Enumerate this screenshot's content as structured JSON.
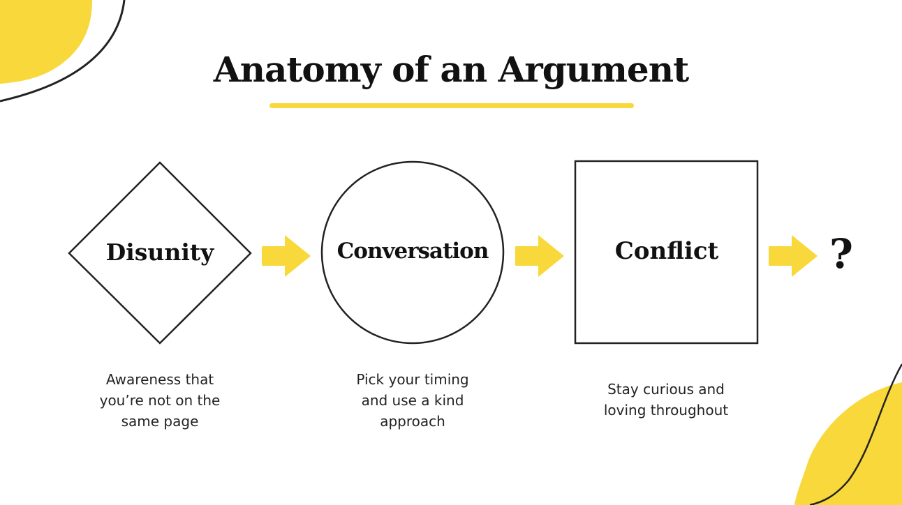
{
  "title": "Anatomy of an Argument",
  "colors": {
    "accent": "#f8d83a",
    "ink": "#111111",
    "background": "#ffffff"
  },
  "steps": [
    {
      "label": "Disunity",
      "shape": "diamond",
      "desc": [
        "Awareness that",
        "you’re not on the",
        "same page"
      ]
    },
    {
      "label": "Conversation",
      "shape": "circle",
      "desc": [
        "Pick your timing",
        "and use a kind",
        "approach"
      ]
    },
    {
      "label": "Conflict",
      "shape": "square",
      "desc": [
        "Stay curious and",
        "loving throughout"
      ]
    }
  ],
  "end_symbol": "?"
}
